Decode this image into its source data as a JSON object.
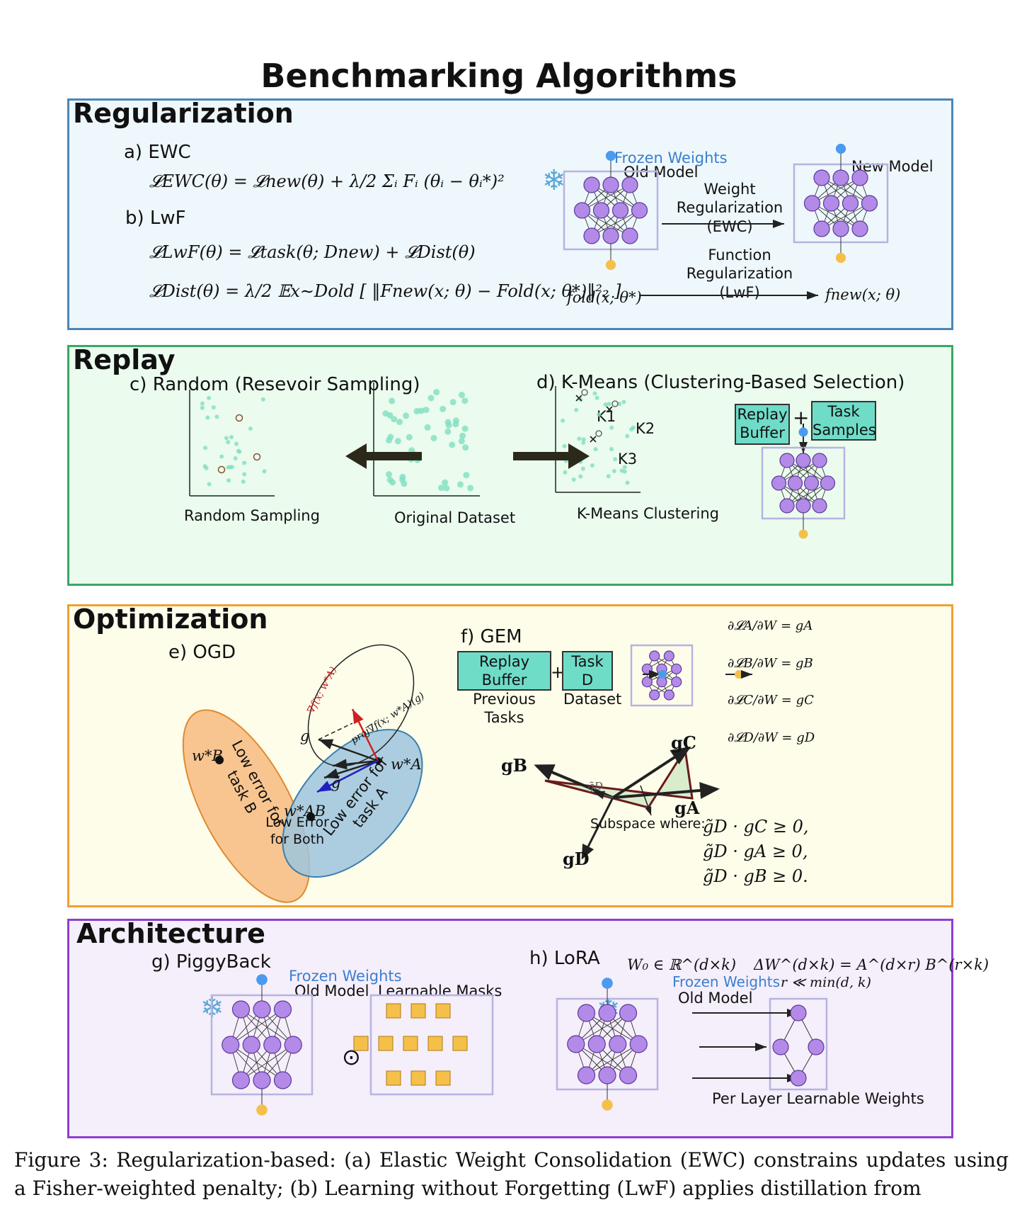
{
  "title": "Benchmarking Algorithms",
  "regularization": {
    "heading": "Regularization",
    "a_label": "a) EWC",
    "ewc_eq": "𝓛EWC(θ) = 𝓛new(θ) + λ/2 Σᵢ Fᵢ (θᵢ − θᵢ*)²",
    "b_label": "b) LwF",
    "lwf_eq": "𝓛LwF(θ) = 𝓛task(θ; Dnew) + 𝓛Dist(θ)",
    "dist_eq": "𝓛Dist(θ) = λ/2 𝔼x∼Dold [ ‖Fnew(x; θ) − Fold(x; θ*)‖²₂ ]",
    "frozen": "Frozen Weights",
    "old_model": "Old Model",
    "new_model": "New Model",
    "weight_reg": "Weight Regularization (EWC)",
    "function_reg": "Function Regularization (LwF)",
    "f_old": "fold(x; θ*)",
    "f_new": "fnew(x; θ)"
  },
  "replay": {
    "heading": "Replay",
    "c_label": "c) Random (Resevoir Sampling)",
    "d_label": "d) K-Means (Clustering-Based Selection)",
    "random_sampling": "Random Sampling",
    "original_dataset": "Original Dataset",
    "kmeans_clustering": "K-Means Clustering",
    "k1": "K1",
    "k2": "K2",
    "k3": "K3",
    "replay_buffer": "Replay Buffer",
    "plus": "+",
    "task_samples": "Task Samples"
  },
  "optimization": {
    "heading": "Optimization",
    "e_label": "e) OGD",
    "f_label": "f) GEM",
    "low_error_b": "Low error for task B",
    "low_error_a": "Low error for task A",
    "low_error_both": "Low Error for Both",
    "w_b": "w*B",
    "w_a": "w*A",
    "w_ab": "w*AB",
    "g": "g",
    "g_tilde": "g̃",
    "grad_f": "∇f(x; w*A)",
    "proj": "proj∇f(x; w*A)(g)",
    "replay_buffer_prev": "Replay Buffer Previous Tasks",
    "plus": "+",
    "task_d": "Task D Dataset",
    "grads": [
      "∂𝓛A/∂W = gA",
      "∂𝓛B/∂W = gB",
      "∂𝓛C/∂W = gC",
      "∂𝓛D/∂W = gD"
    ],
    "gA": "gA",
    "gB": "gB",
    "gC": "gC",
    "gD": "gD",
    "g_tilde_d": "g̃D",
    "subspace": "Subspace where:",
    "constraints": [
      "g̃D · gC ≥ 0,",
      "g̃D · gA ≥ 0,",
      "g̃D · gB ≥ 0."
    ]
  },
  "architecture": {
    "heading": "Architecture",
    "g_label": "g) PiggyBack",
    "h_label": "h) LoRA",
    "frozen": "Frozen Weights",
    "old_model": "Old Model",
    "masks": "Learnable Masks",
    "odot": "⊙",
    "w0": "W₀ ∈ ℝ^(d×k)",
    "delta_w": "ΔW^(d×k) = A^(d×r) B^(r×k)",
    "rank": "r ≪ min(d, k)",
    "per_layer": "Per Layer Learnable Weights"
  },
  "caption": "Figure 3: Regularization-based: (a) Elastic Weight Consolidation (EWC) constrains updates using a Fisher-weighted penalty; (b) Learning without Forgetting (LwF) applies distillation from",
  "colors": {
    "node": "#b48ae8",
    "input": "#4a9bf0",
    "output": "#f5c04a",
    "dot": "#7fe0c0",
    "mask": "#f5c04a"
  }
}
